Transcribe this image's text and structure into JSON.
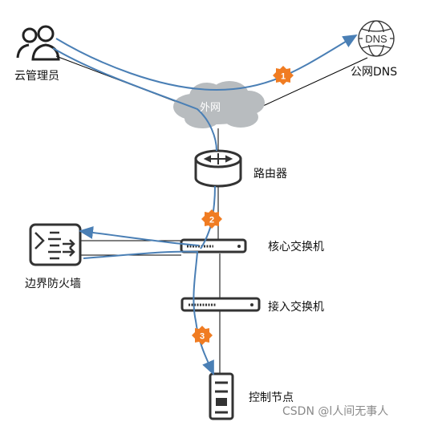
{
  "labels": {
    "cloud_admin": "云管理员",
    "public_dns": "公网DNS",
    "external_net": "外网",
    "router": "路由器",
    "core_switch": "核心交换机",
    "border_firewall": "边界防火墙",
    "access_switch": "接入交换机",
    "control_node": "控制节点",
    "dns_icon_text": "DNS"
  },
  "steps": [
    "1",
    "2",
    "3"
  ],
  "watermark": "CSDN @l人间无事人",
  "colors": {
    "flow": "#4a7fb5",
    "badge": "#f07c22",
    "line": "#000000",
    "icon": "#333333",
    "cloud": "#b8bcbf"
  }
}
